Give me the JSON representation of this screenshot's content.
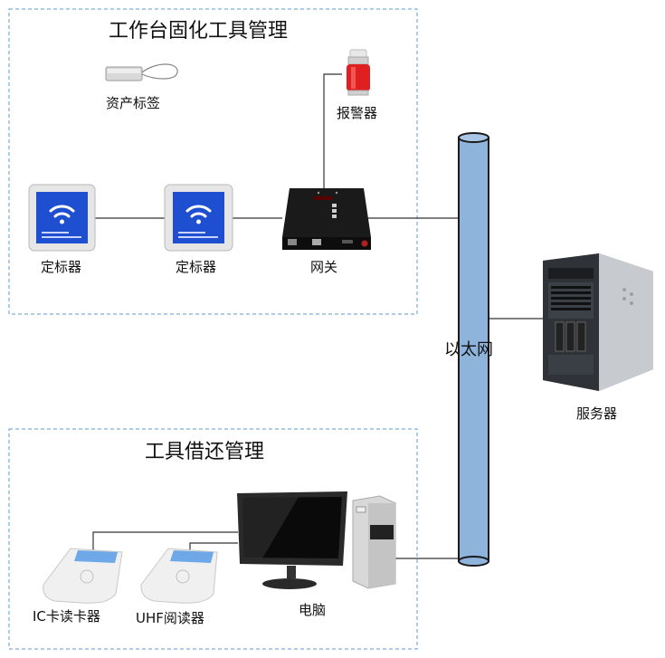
{
  "groups": {
    "workbench": {
      "title": "工作台固化工具管理"
    },
    "borrow": {
      "title": "工具借还管理"
    }
  },
  "devices": {
    "asset_tag": "资产标签",
    "alarm": "报警器",
    "locator_1": "定标器",
    "locator_2": "定标器",
    "gateway": "网关",
    "ethernet": "以太网",
    "server": "服务器",
    "ic_reader": "IC卡读卡器",
    "uhf_reader": "UHF阅读器",
    "computer": "电脑"
  },
  "colors": {
    "dashed_border": "#5b9bd5",
    "ethernet_pipe": "#8fb4dc",
    "locator_blue": "#1f4fd1",
    "gateway_body": "#111111",
    "alarm_red": "#e02020"
  }
}
